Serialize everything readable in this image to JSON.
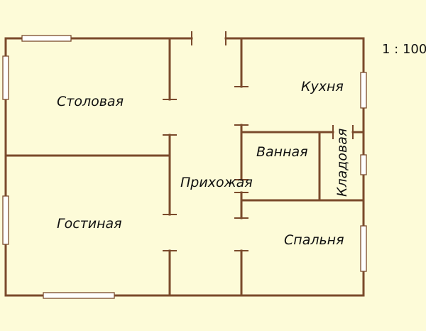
{
  "plan": {
    "scale": "1 : 100",
    "rooms": {
      "dining": "Столовая",
      "kitchen": "Кухня",
      "bathroom": "Ванная",
      "pantry": "Кладовая",
      "hallway": "Прихожая",
      "living": "Гостиная",
      "bedroom": "Спальня"
    }
  },
  "colors": {
    "background": "#fdfbd8",
    "wall": "#7a4a2b",
    "window_fill": "#ffffff",
    "text": "#111111"
  }
}
